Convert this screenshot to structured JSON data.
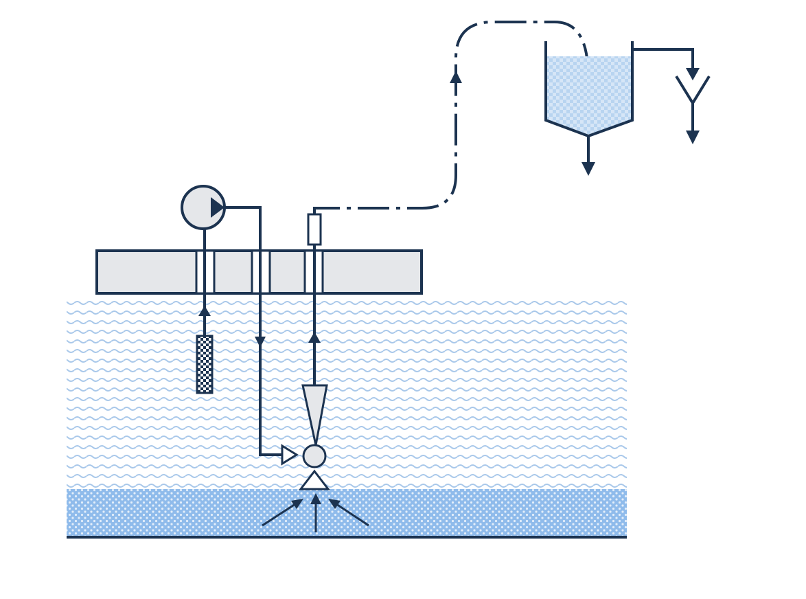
{
  "diagram": {
    "colors": {
      "line": "#1c3350",
      "water_light": "#a9c8ea",
      "water_dense": "#8fbbeb",
      "barge": "#e5e7ea",
      "white": "#ffffff"
    },
    "components": [
      "barge",
      "water-body",
      "sediment-layer",
      "air-compressor",
      "strainer",
      "airlift-pump",
      "suction-head",
      "discharge-pipe",
      "settling-tank",
      "splitter"
    ]
  }
}
